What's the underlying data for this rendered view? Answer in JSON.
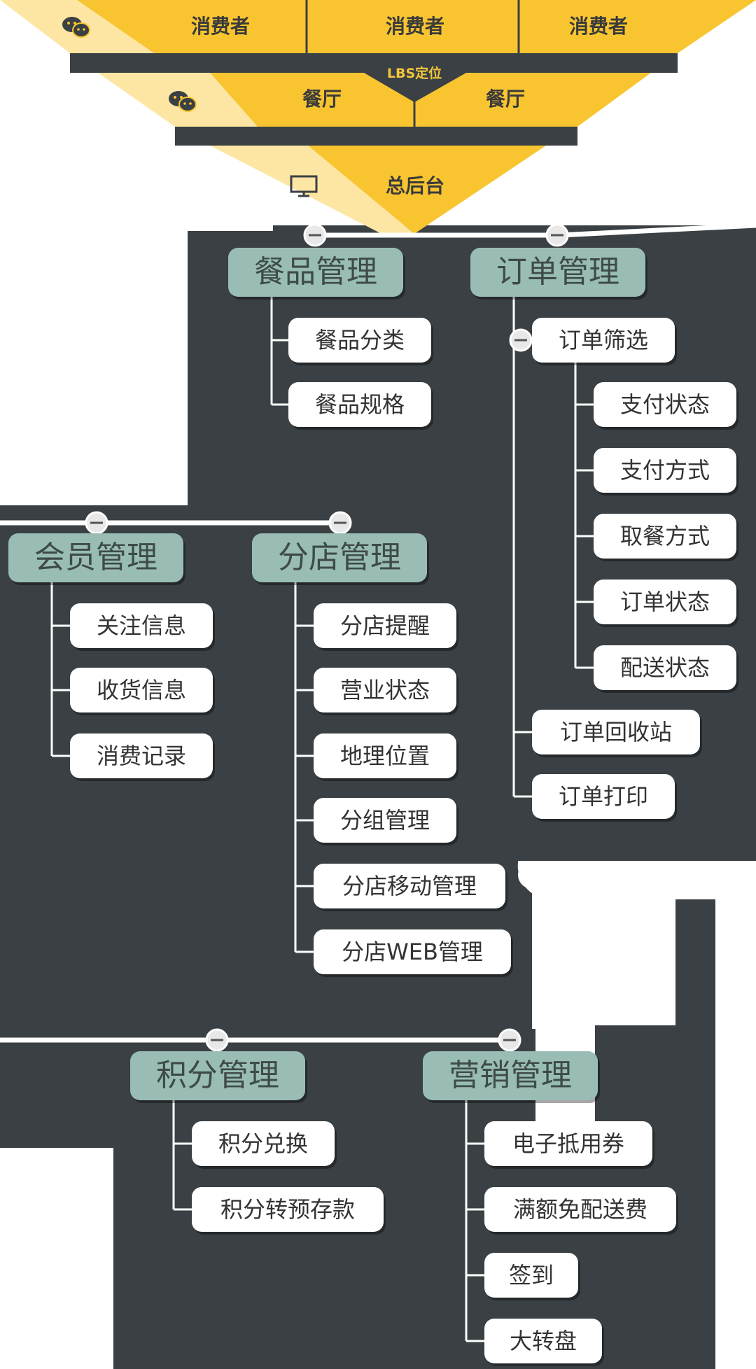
{
  "funnel": {
    "consumers": [
      "消费者",
      "消费者",
      "消费者"
    ],
    "lbs_label": "LBS定位",
    "restaurants": [
      "餐厅",
      "餐厅"
    ],
    "backend": "总后台"
  },
  "icons": [
    "wechat-icon",
    "wechat-icon",
    "monitor-icon"
  ],
  "colors": {
    "yellow": "#f8c531",
    "pale_yellow": "#fde5a3",
    "dark": "#3a4043",
    "category": "#99bdb5",
    "leaf": "#ffffff"
  },
  "modules": [
    {
      "title": "餐品管理",
      "items": [
        "餐品分类",
        "餐品规格"
      ]
    },
    {
      "title": "订单管理",
      "items": [
        "订单筛选",
        "订单回收站",
        "订单打印"
      ],
      "sub_items": [
        "支付状态",
        "支付方式",
        "取餐方式",
        "订单状态",
        "配送状态"
      ]
    },
    {
      "title": "会员管理",
      "items": [
        "关注信息",
        "收货信息",
        "消费记录"
      ]
    },
    {
      "title": "分店管理",
      "items": [
        "分店提醒",
        "营业状态",
        "地理位置",
        "分组管理",
        "分店移动管理",
        "分店WEB管理"
      ]
    },
    {
      "title": "积分管理",
      "items": [
        "积分兑换",
        "积分转预存款"
      ]
    },
    {
      "title": "营销管理",
      "items": [
        "电子抵用券",
        "满额免配送费",
        "签到",
        "大转盘"
      ]
    }
  ]
}
